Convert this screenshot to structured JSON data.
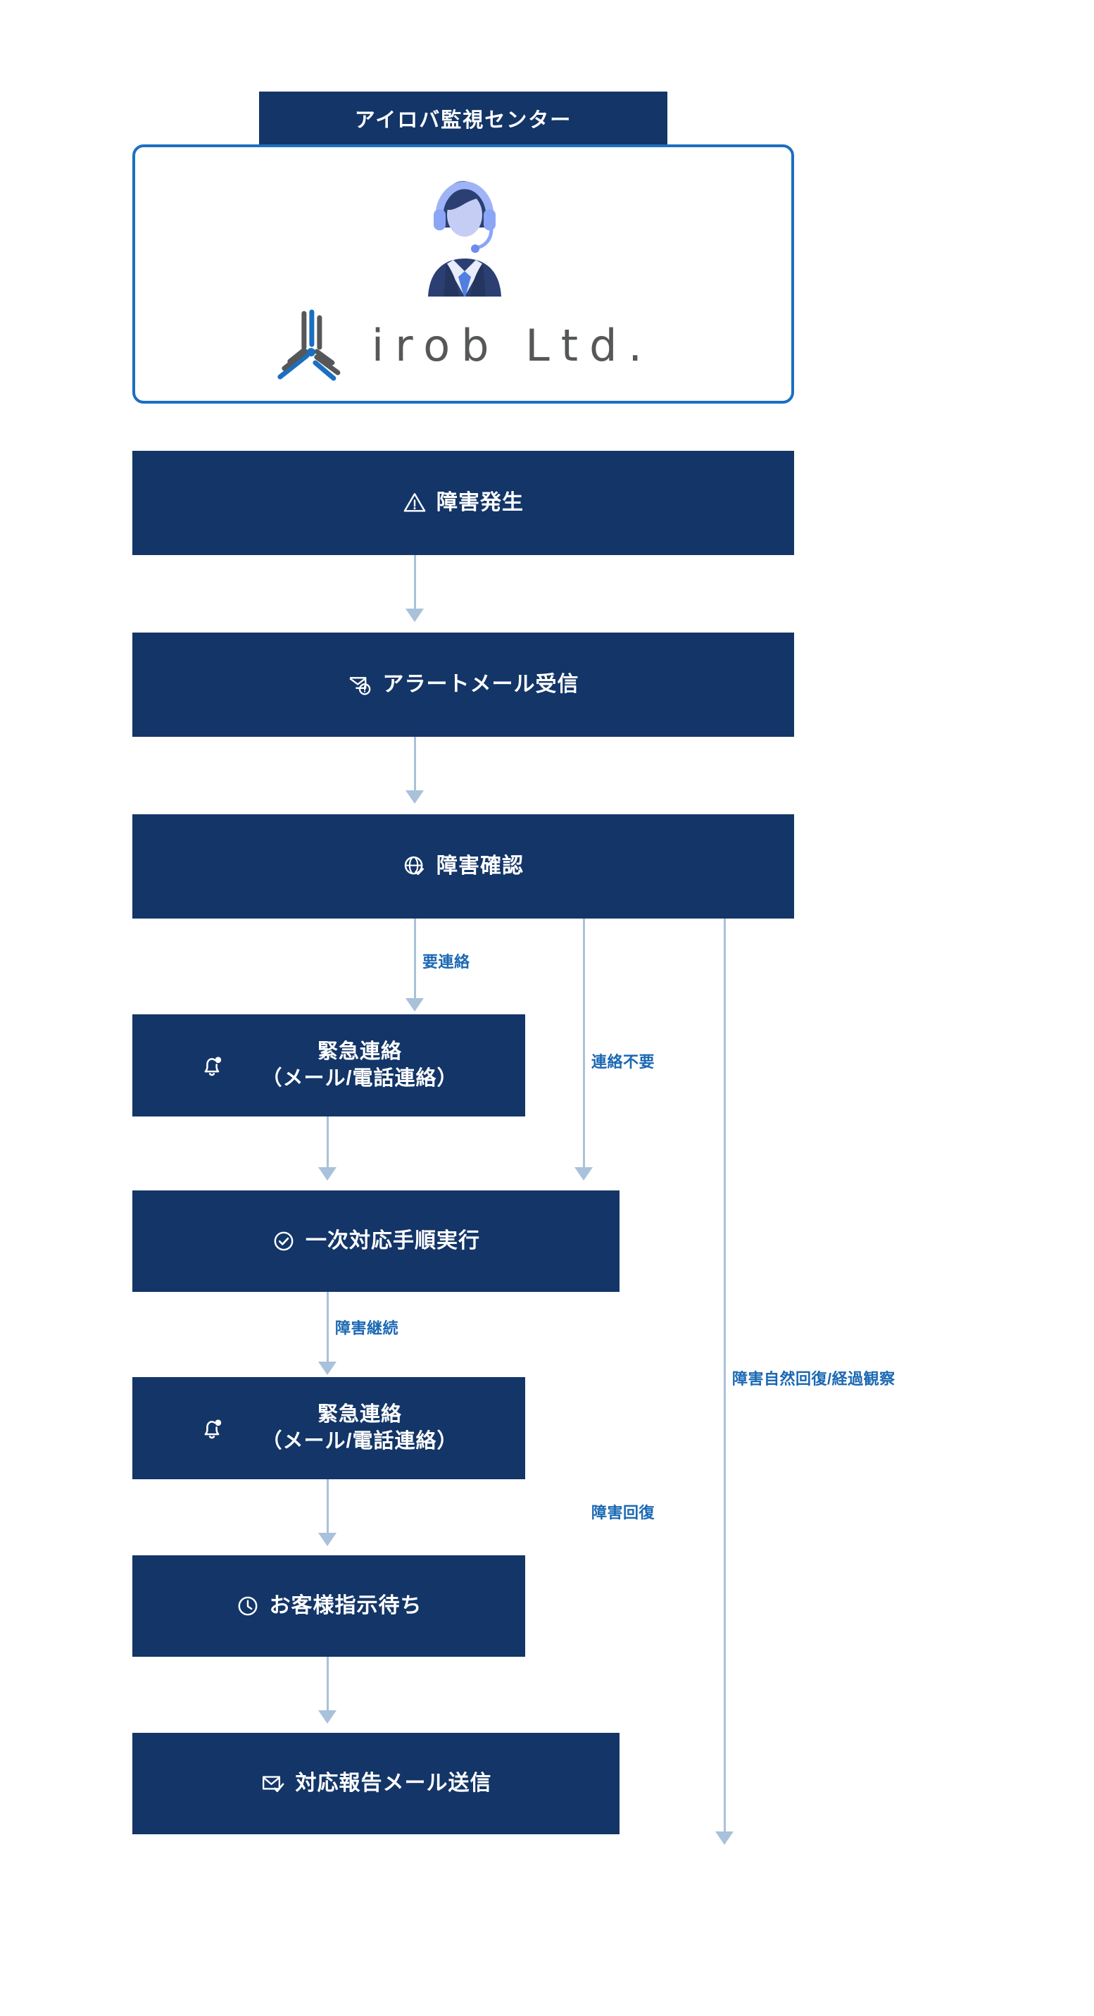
{
  "header": {
    "title": "アイロバ監視センター"
  },
  "logo_card": {
    "brand_text": "irob Ltd.",
    "operator_icon": "headset-operator-icon",
    "mark_icon": "irob-triskelion-logo-icon",
    "border_color": "#1b6fc0"
  },
  "theme": {
    "node_fill": "#133567",
    "node_text": "#ffffff",
    "edge_color": "#a9c1da",
    "edge_label_color": "#1b68b3",
    "page_bg": "#ffffff",
    "logo_gray": "#555759",
    "logo_blue": "#1b6fc0"
  },
  "flow": {
    "nodes": [
      {
        "id": "fault-occurred",
        "label": "障害発生",
        "icon": "warning-triangle-icon"
      },
      {
        "id": "alert-mail-received",
        "label": "アラートメール受信",
        "icon": "mail-alert-icon"
      },
      {
        "id": "fault-confirmation",
        "label": "障害確認",
        "icon": "globe-check-icon"
      },
      {
        "id": "emergency-contact-1",
        "label": "緊急連絡\n（メール/電話連絡）",
        "icon": "bell-alert-icon"
      },
      {
        "id": "first-response",
        "label": "一次対応手順実行",
        "icon": "check-circle-icon"
      },
      {
        "id": "emergency-contact-2",
        "label": "緊急連絡\n（メール/電話連絡）",
        "icon": "bell-alert-icon"
      },
      {
        "id": "await-instruction",
        "label": "お客様指示待ち",
        "icon": "clock-icon"
      },
      {
        "id": "report-mail-sent",
        "label": "対応報告メール送信",
        "icon": "mail-check-icon"
      }
    ],
    "edge_labels": [
      {
        "id": "need-contact",
        "text": "要連絡"
      },
      {
        "id": "no-contact",
        "text": "連絡不要"
      },
      {
        "id": "fault-continues",
        "text": "障害継続"
      },
      {
        "id": "fault-recovered",
        "text": "障害回復"
      },
      {
        "id": "self-recovered",
        "text": "障害自然回復/経過観察"
      }
    ]
  }
}
